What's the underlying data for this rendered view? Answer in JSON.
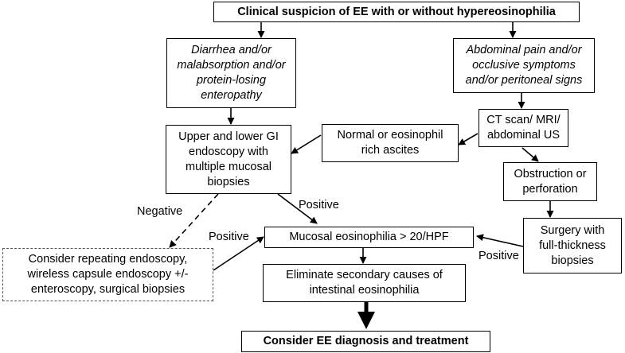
{
  "boxes": {
    "top": [
      "Clinical suspicion of EE with or without hypereosinophilia"
    ],
    "diarrhea": [
      "Diarrhea and/or",
      "malabsorption and/or",
      "protein-losing",
      "enteropathy"
    ],
    "abdominal": [
      "Abdominal pain and/or",
      "occlusive symptoms",
      "and/or peritoneal signs"
    ],
    "ct": [
      "CT scan/ MRI/",
      "abdominal US"
    ],
    "normal": [
      "Normal or eosinophil",
      "rich ascites"
    ],
    "endoscopy": [
      "Upper and lower GI",
      "endoscopy with",
      "multiple mucosal",
      "biopsies"
    ],
    "obstruction": [
      "Obstruction or",
      "perforation"
    ],
    "surgery": [
      "Surgery with",
      "full-thickness",
      "biopsies"
    ],
    "mucosal": [
      "Mucosal eosinophilia > 20/HPF"
    ],
    "repeat": [
      "Consider repeating endoscopy,",
      "wireless capsule endoscopy +/-",
      "enteroscopy, surgical biopsies"
    ],
    "secondary": [
      "Eliminate secondary causes of",
      "intestinal eosinophilia"
    ],
    "final": [
      "Consider EE diagnosis and treatment"
    ]
  },
  "labels": {
    "negative": "Negative",
    "positive_endoscopy": "Positive",
    "positive_repeat": "Positive",
    "positive_surgery": "Positive"
  }
}
